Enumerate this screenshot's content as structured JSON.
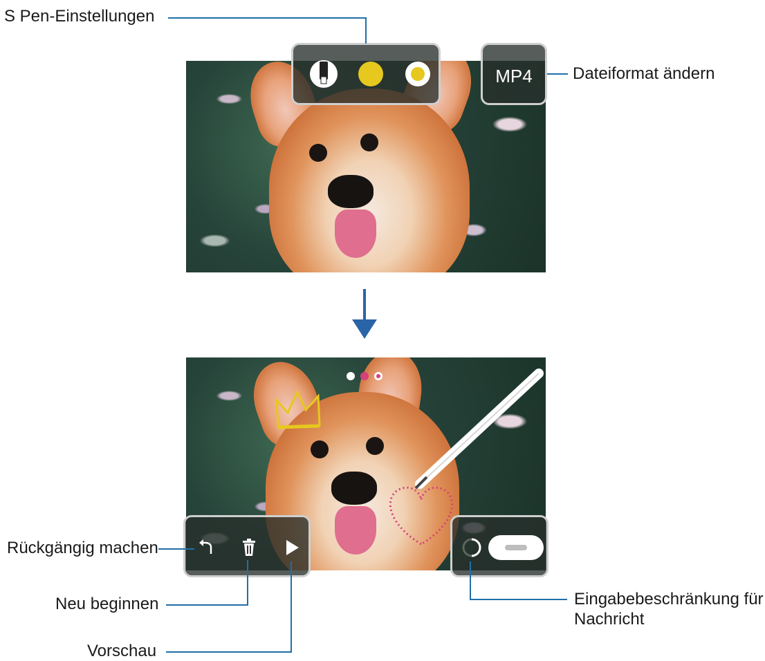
{
  "callouts": {
    "s_pen_settings": "S Pen-Einstellungen",
    "change_file_format": "Dateiformat ändern",
    "undo": "Rückgängig machen",
    "restart": "Neu beginnen",
    "preview": "Vorschau",
    "input_limit_line1": "Eingabebeschränkung für",
    "input_limit_line2": "Nachricht"
  },
  "toolbar_top": {
    "format_button_label": "MP4",
    "pen_icon": "pen-icon",
    "pen_color": "#e6c81e",
    "eraser_color": "#e6c81e"
  },
  "toolbar_bottom_left": {
    "undo_icon": "undo-icon",
    "delete_icon": "trash-icon",
    "play_icon": "play-icon"
  },
  "toolbar_bottom_right": {
    "progress_icon": "progress-ring-icon",
    "send_button_icon": "send-pill-icon"
  },
  "colors": {
    "callout_line": "#1f6fa8",
    "arrow": "#2a64a8",
    "drawing_stroke": "#d64078"
  }
}
